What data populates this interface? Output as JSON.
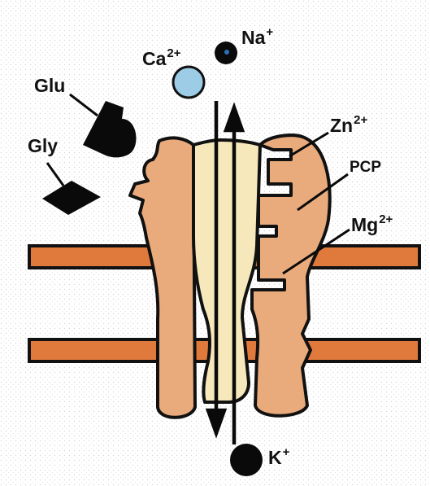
{
  "labels": {
    "glu": "Glu",
    "gly": "Gly",
    "ca": {
      "base": "Ca",
      "charge": "2+"
    },
    "na": {
      "base": "Na",
      "charge": "+"
    },
    "zn": {
      "base": "Zn",
      "charge": "2+"
    },
    "pcp": "PCP",
    "mg": {
      "base": "Mg",
      "charge": "2+"
    },
    "k": {
      "base": "K",
      "charge": "+"
    }
  },
  "colors": {
    "protein": "#E9AB7C",
    "pore": "#F7E8BC",
    "membrane_stripe": "#E07A3C",
    "calcium_ion": "#9CCCE6",
    "dark": "#0A0A0A",
    "background_dots": "#d6d6d6"
  }
}
